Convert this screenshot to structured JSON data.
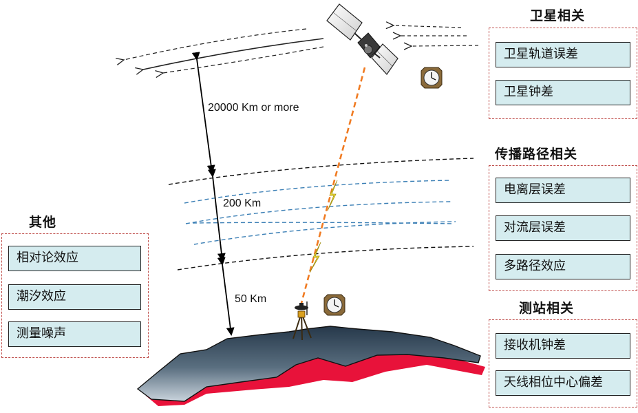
{
  "groups": {
    "satellite": {
      "title": "卫星相关",
      "items": [
        "卫星轨道误差",
        "卫星钟差"
      ]
    },
    "propagation": {
      "title": "传播路径相关",
      "items": [
        "电离层误差",
        "对流层误差",
        "多路径效应"
      ]
    },
    "station": {
      "title": "测站相关",
      "items": [
        "接收机钟差",
        "天线相位中心偏差"
      ]
    },
    "other": {
      "title": "其他",
      "items": [
        "相对论效应",
        "潮汐效应",
        "测量噪声"
      ]
    }
  },
  "distances": {
    "orbit": "20000 Km or more",
    "ionosphere": "200 Km",
    "troposphere": "50 Km"
  },
  "colors": {
    "box_fill": "#d5ecef",
    "box_border_dashed": "#c0504d",
    "signal_path": "#f07b22",
    "ionosphere_lines": "#3b7fb5",
    "terrain_shadow": "#e8123a",
    "lightning": "#f3e33a"
  }
}
